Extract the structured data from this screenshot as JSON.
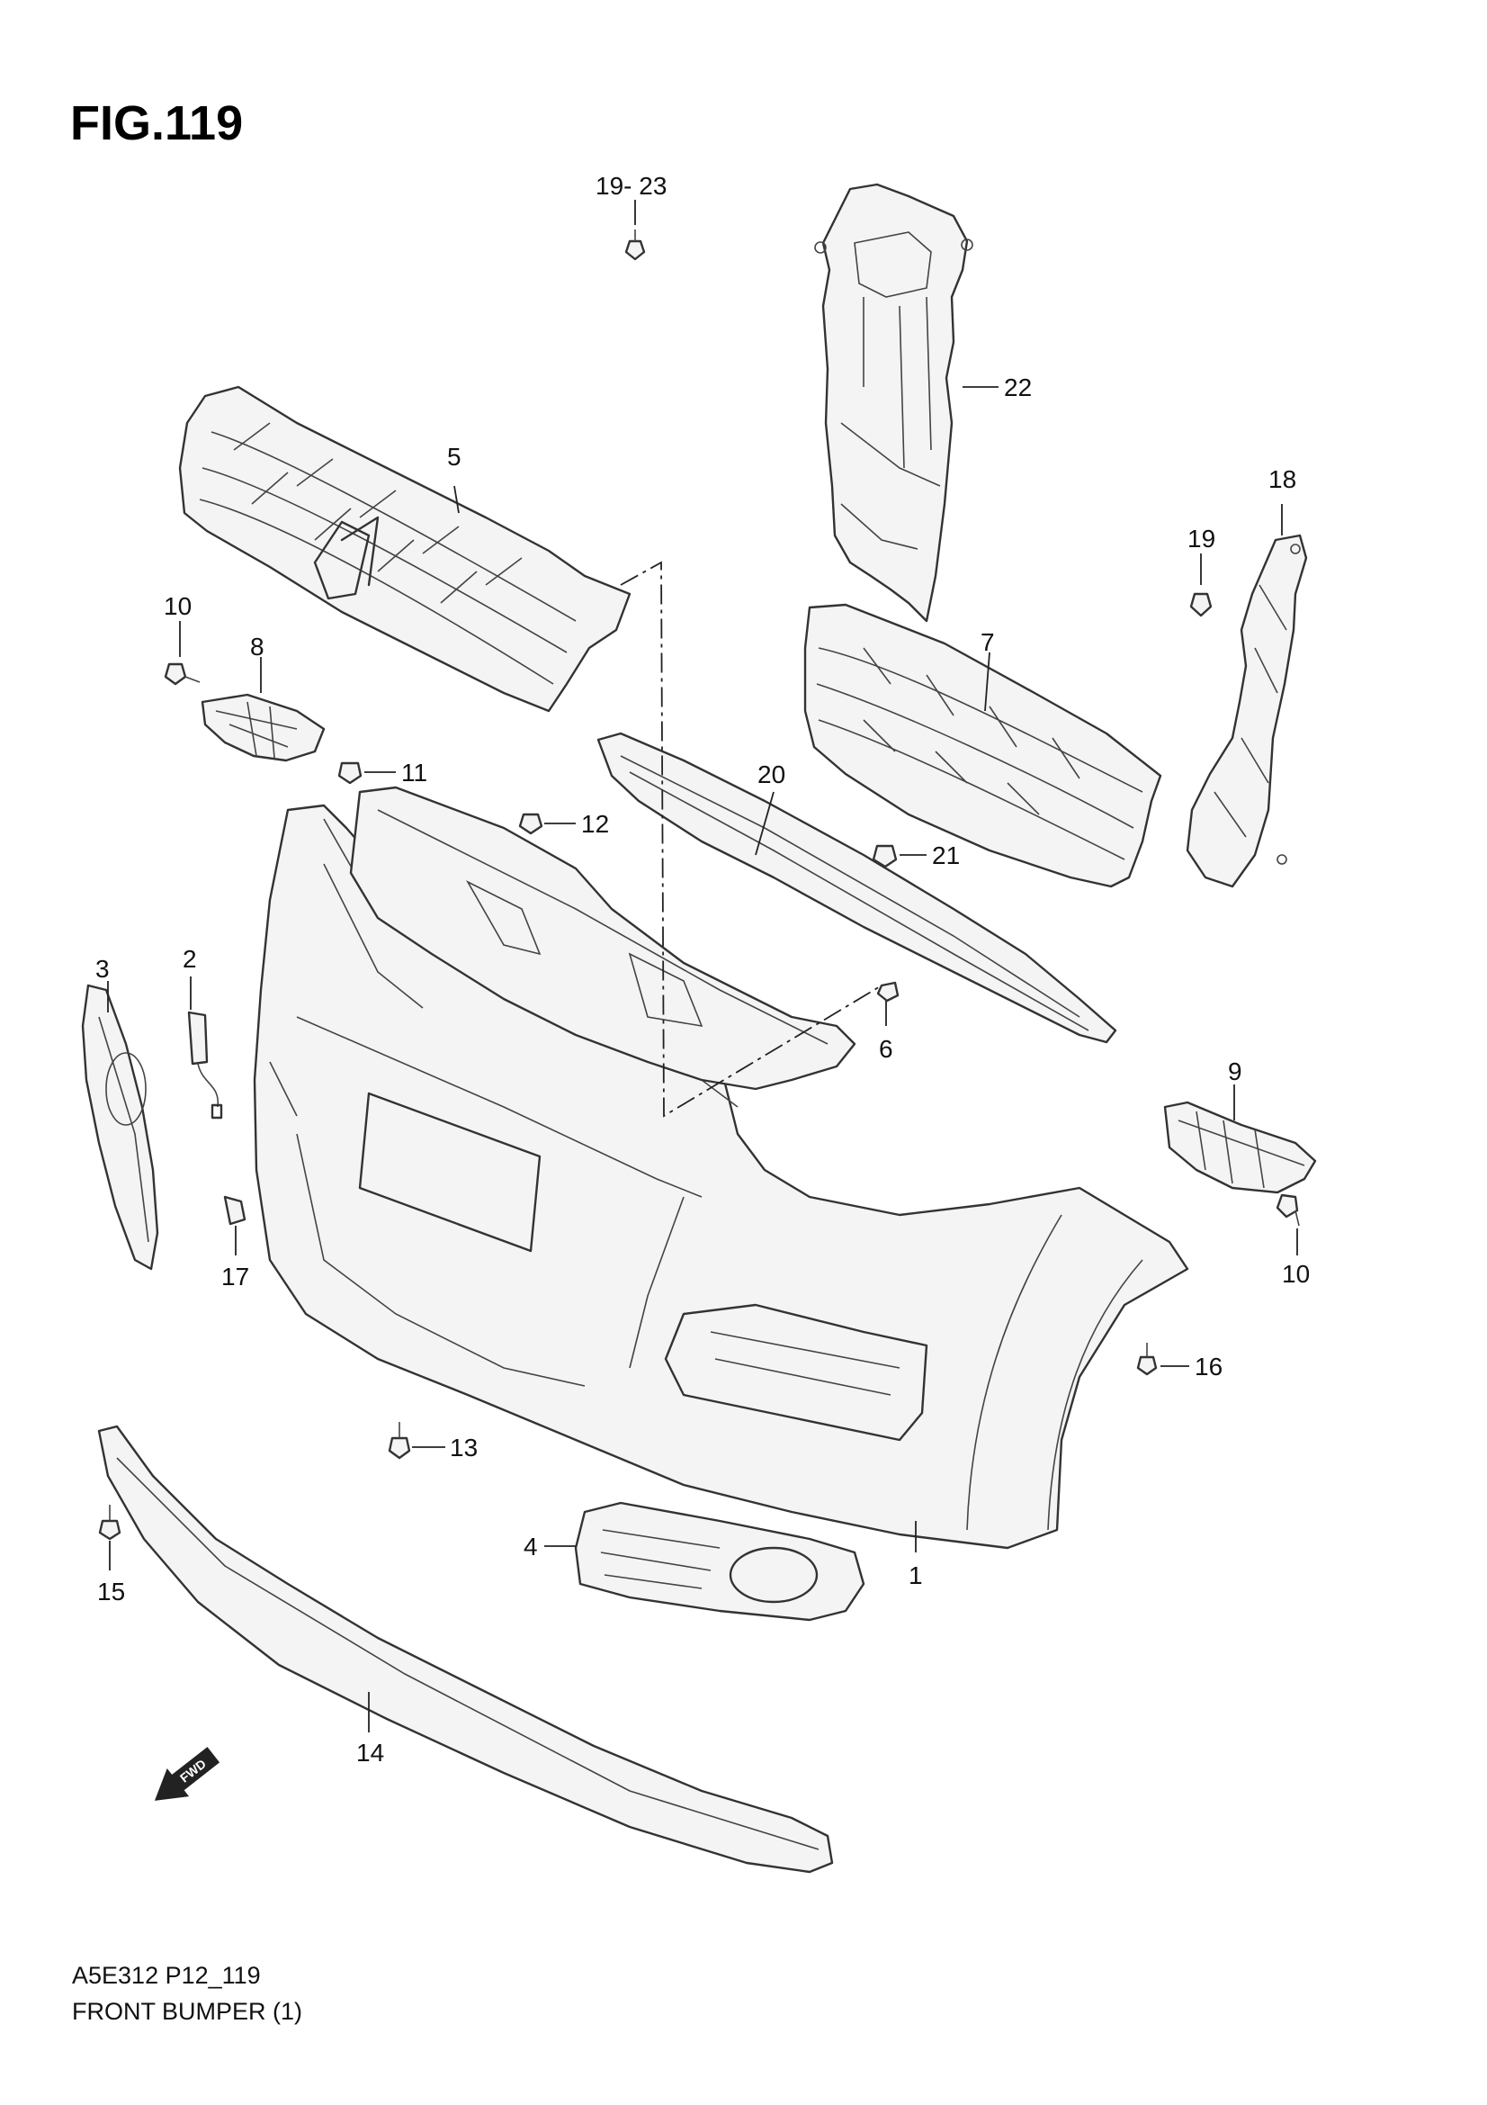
{
  "figure_title": "FIG.119",
  "footer": {
    "code": "A5E312 P12_119",
    "caption": "FRONT BUMPER (1)"
  },
  "direction_arrow": "FWD",
  "callouts": {
    "c1": "1",
    "c2": "2",
    "c3": "3",
    "c4": "4",
    "c5": "5",
    "c6": "6",
    "c7": "7",
    "c8": "8",
    "c9": "9",
    "c10a": "10",
    "c10b": "10",
    "c11": "11",
    "c12": "12",
    "c13": "13",
    "c14": "14",
    "c15": "15",
    "c16": "16",
    "c17": "17",
    "c18": "18",
    "c19": "19",
    "c1923": "19- 23",
    "c20": "20",
    "c21": "21",
    "c22": "22"
  }
}
